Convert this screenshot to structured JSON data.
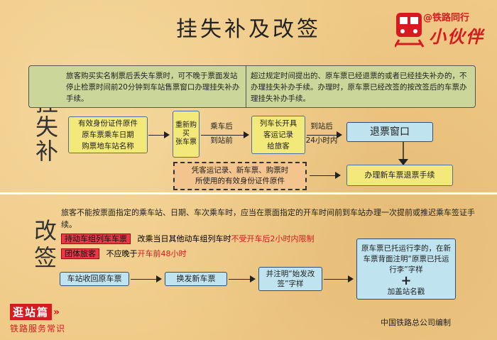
{
  "title": "挂失补及改签",
  "logo": {
    "top": "@铁路同行",
    "main": "小伙伴"
  },
  "lost": {
    "label": "挂失补",
    "left_text": "旅客购买实名制票后丢失车票时，可不晚于票面发站停止检票时间前20分钟到车站售票窗口办理挂失补办手续。",
    "right_text": "超过规定时间提出的、原车票已经退票的或者已经挂失补办的，不办理挂失补办手续。办理时，原车票已经改签的按改签后的车票办理挂失补办手续。",
    "box_docs": "有效身份证件原件\n原车票乘车日期\n购票地车站名称",
    "box_rebuy": "重新购买\n张车票",
    "after_board": "乘车后\n到站前",
    "box_conductor": "列车长开具\n客运记录\n给旅客",
    "within24": "到站后\n24小时内",
    "box_refund_window": "退票窗口",
    "box_materials": "凭客运记录、新车票、购票时\n所使用的有效身份证件原件",
    "box_refund": "办理新车票退票手续"
  },
  "change": {
    "label": "改签",
    "intro": "旅客不能按票面指定的乘车站、日期、车次乘车时，应当在票面指定的开车时间前到车站办理一次提前或推迟乘车签证手续。",
    "tag_emu": "持动车组列车车票",
    "emu_text": "改乘当日其他动车组列车时",
    "emu_red": "不受开车后2小时内限制",
    "tag_group": "团体旅客",
    "group_text": "不应晚于",
    "group_red": "开车前48小时",
    "flow": [
      "车站收回原车票",
      "换发新车票",
      "并注明“始发改签”字样"
    ],
    "box_luggage": "原车票已托运行李的，在新车票背面注明“原票已托运行李”字样",
    "plus": "+",
    "stamp": "加盖站名戳"
  },
  "footer": {
    "badge": "逛站篇",
    "badge_sub": "铁路服务常识",
    "credit": "中国铁路总公司编制"
  }
}
